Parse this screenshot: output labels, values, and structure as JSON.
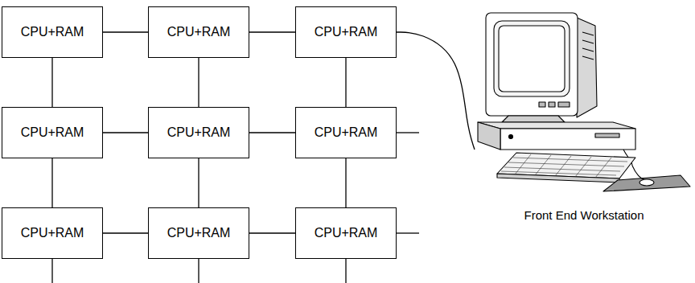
{
  "diagram": {
    "nodes": [
      {
        "text": [
          "CPU+RAM"
        ]
      },
      {
        "text": [
          "CPU+RAM"
        ]
      },
      {
        "text": [
          "CPU+RAM"
        ]
      },
      {
        "text": [
          "CPU+RAM"
        ]
      },
      {
        "text": [
          "CPU+RAM"
        ]
      },
      {
        "text": [
          "CPU+RAM"
        ]
      },
      {
        "text": [
          "CPU+RAM"
        ]
      },
      {
        "text": [
          "CPU+RAM"
        ]
      },
      {
        "text": [
          "CPU+RAM"
        ]
      },
      {
        "text": [
          "Front End Workstation"
        ]
      }
    ],
    "edges": [
      {
        "from": 0,
        "to": 1,
        "arrow": "none"
      },
      {
        "from": 1,
        "to": 2,
        "arrow": "none"
      },
      {
        "from": 3,
        "to": 4,
        "arrow": "none"
      },
      {
        "from": 4,
        "to": 5,
        "arrow": "none"
      },
      {
        "from": 6,
        "to": 7,
        "arrow": "none"
      },
      {
        "from": 7,
        "to": 8,
        "arrow": "none"
      },
      {
        "from": 0,
        "to": 3,
        "arrow": "none"
      },
      {
        "from": 1,
        "to": 4,
        "arrow": "none"
      },
      {
        "from": 2,
        "to": 5,
        "arrow": "none"
      },
      {
        "from": 3,
        "to": 6,
        "arrow": "none"
      },
      {
        "from": 4,
        "to": 7,
        "arrow": "none"
      },
      {
        "from": 5,
        "to": 8,
        "arrow": "none"
      },
      {
        "from": 2,
        "to": 9,
        "arrow": "none"
      }
    ]
  }
}
